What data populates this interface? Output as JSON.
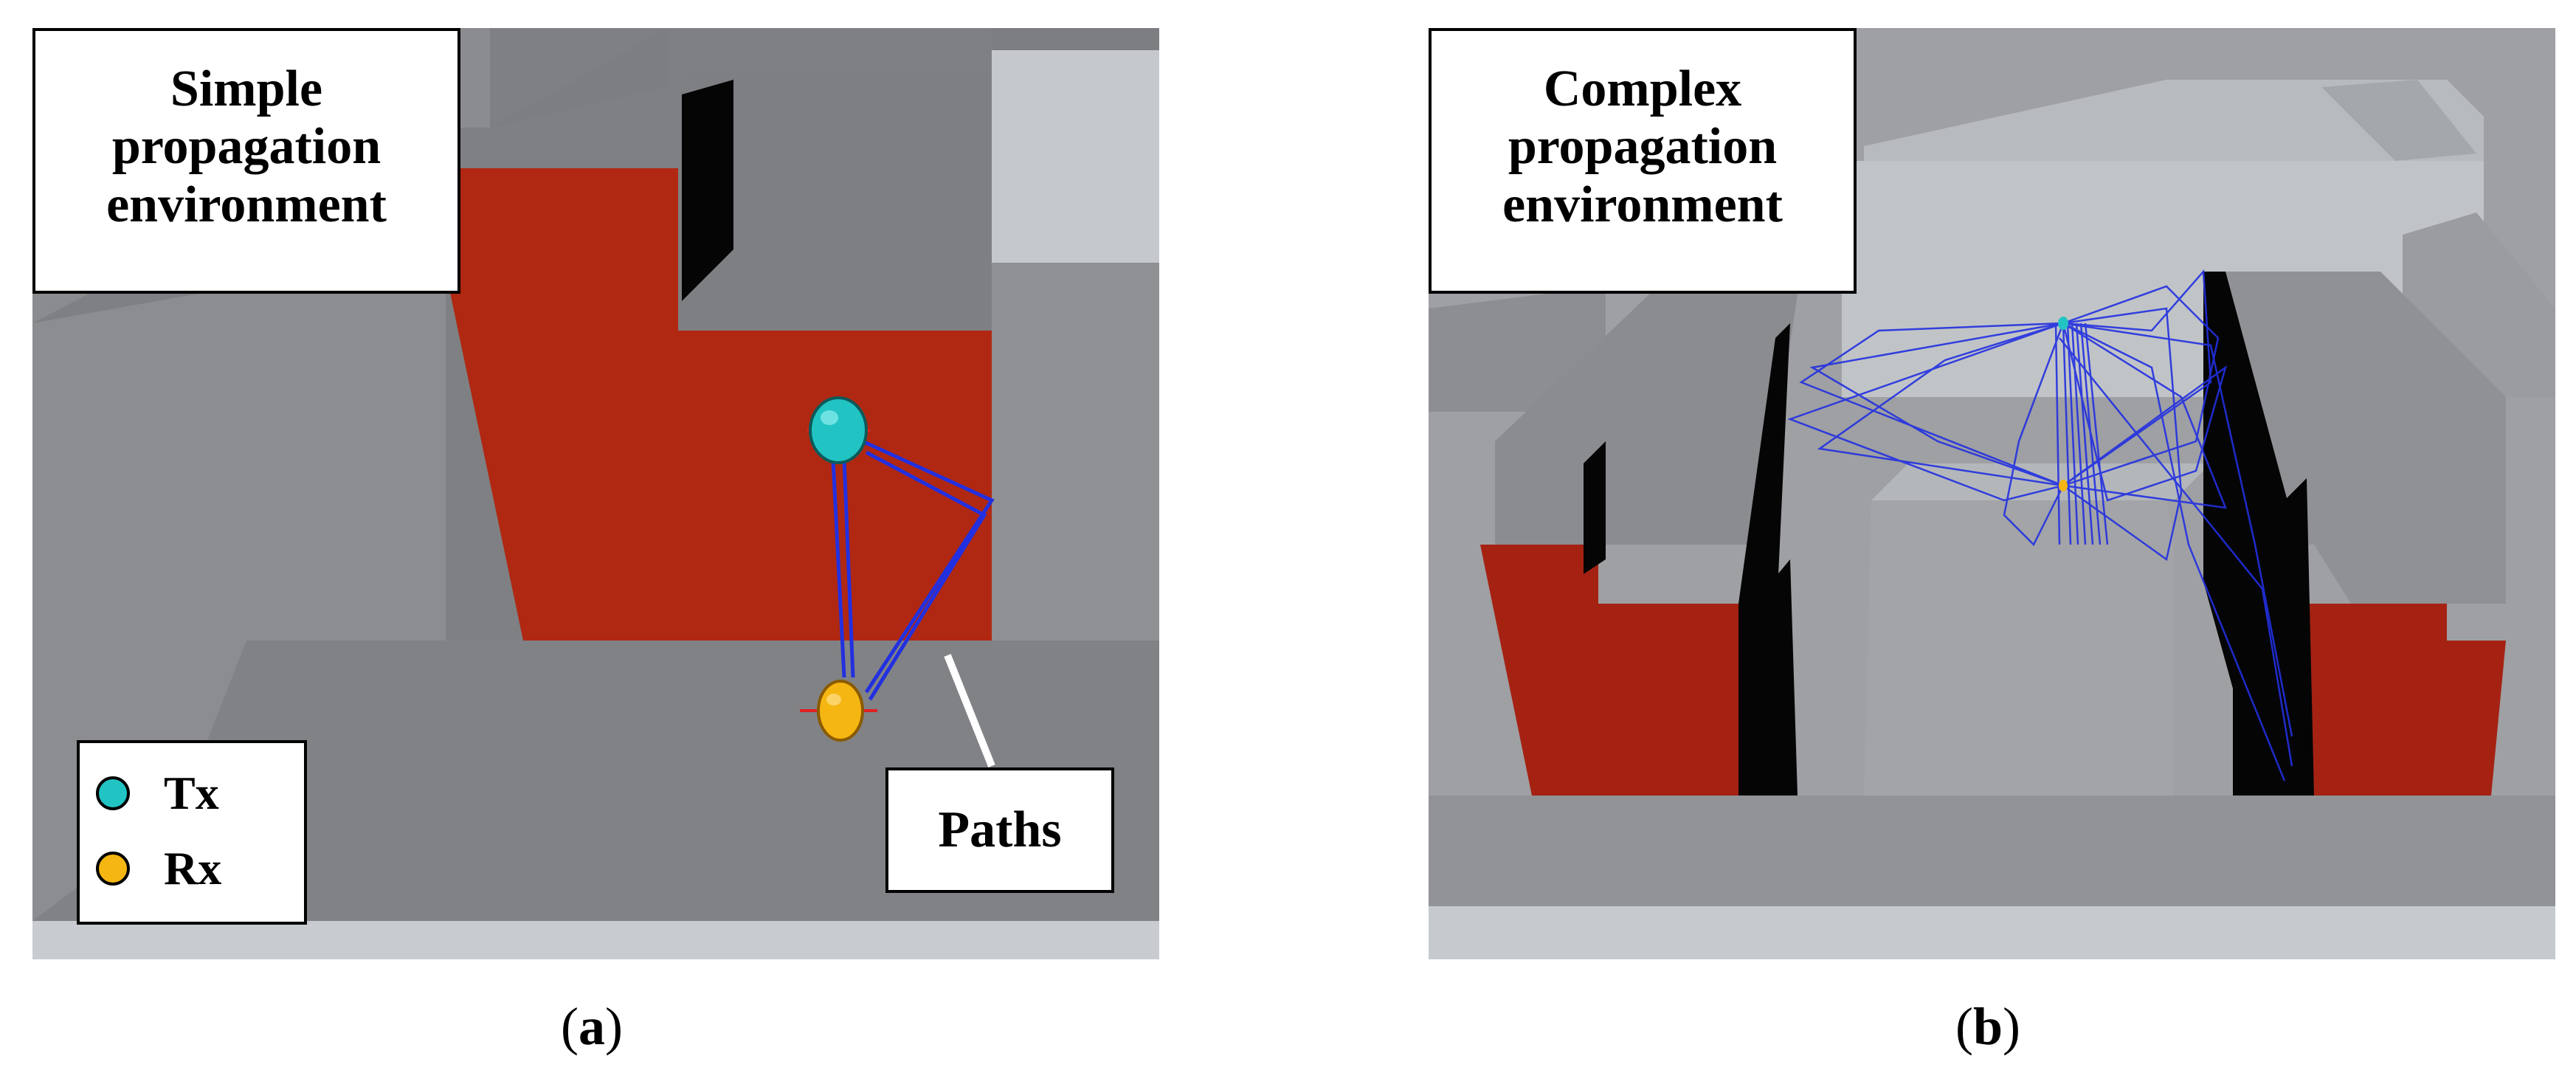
{
  "panel_a": {
    "title_lines": [
      "Simple",
      "propagation",
      "environment"
    ],
    "legend": [
      {
        "label": "Tx",
        "color": "#22c3c3"
      },
      {
        "label": "Rx",
        "color": "#f5b612"
      }
    ],
    "paths_label": "Paths",
    "caption": {
      "open": "(",
      "letter": "a",
      "close": ")"
    }
  },
  "panel_b": {
    "title_lines": [
      "Complex",
      "propagation",
      "environment"
    ],
    "caption": {
      "open": "(",
      "letter": "b",
      "close": ")"
    }
  },
  "colors": {
    "building_red": "#b02812",
    "wall_black": "#050505",
    "ground_gray": "#85878a",
    "path_blue": "#2230e0",
    "tx": "#22c3c3",
    "rx": "#f5b612"
  }
}
